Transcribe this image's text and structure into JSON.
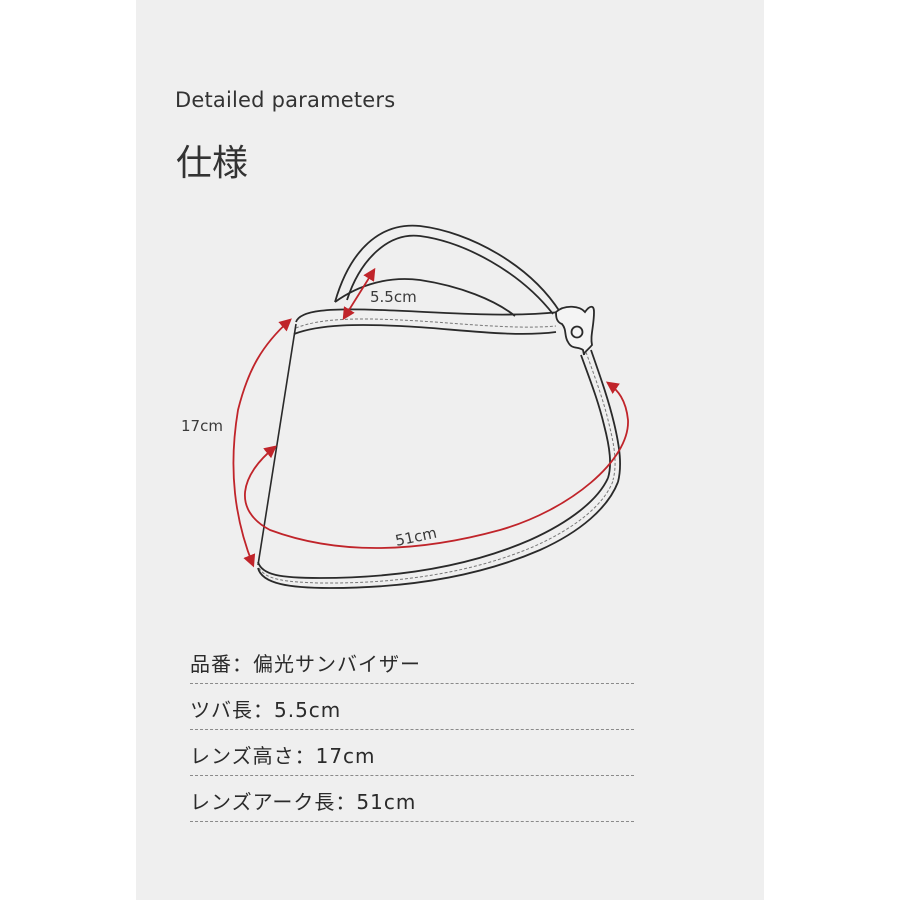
{
  "header": {
    "subtitle": "Detailed parameters",
    "title": "仕様"
  },
  "diagram": {
    "visor_width_label": "5.5cm",
    "lens_height_label": "17cm",
    "lens_arc_label": "51cm",
    "arrow_color": "#c0242a",
    "line_color": "#2a2a2a"
  },
  "specs": [
    {
      "label": "品番",
      "separator": "：",
      "value": "偏光サンバイザー"
    },
    {
      "label": "ツバ長",
      "separator": "：",
      "value": "5.5cm"
    },
    {
      "label": "レンズ高さ",
      "separator": "：",
      "value": "17cm"
    },
    {
      "label": "レンズアーク長",
      "separator": "：",
      "value": "51cm"
    }
  ],
  "colors": {
    "page_background": "#ffffff",
    "panel_background": "#efefef",
    "text": "#2b2b2b",
    "accent": "#c0242a"
  }
}
